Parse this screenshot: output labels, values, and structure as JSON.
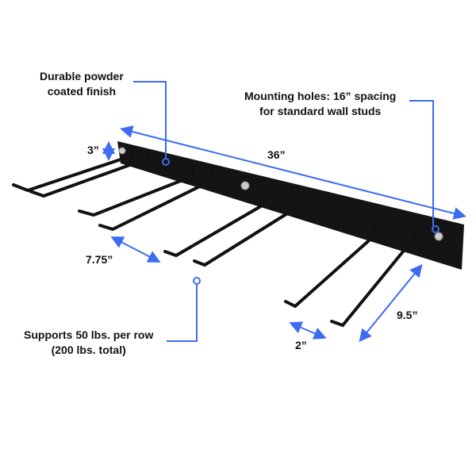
{
  "annotations": {
    "finish": [
      "Durable powder",
      "coated finish"
    ],
    "mounting": [
      "Mounting holes: 16” spacing",
      "for standard wall studs"
    ],
    "capacity": [
      "Supports 50 lbs. per row",
      "(200 lbs. total)"
    ]
  },
  "dimensions": {
    "height": "3”",
    "length": "36”",
    "row_spacing": "7.75”",
    "arm_spacing": "2”",
    "arm_length": "9.5”"
  },
  "colors": {
    "accent": "#3d6cf2",
    "rack": "#111111"
  }
}
